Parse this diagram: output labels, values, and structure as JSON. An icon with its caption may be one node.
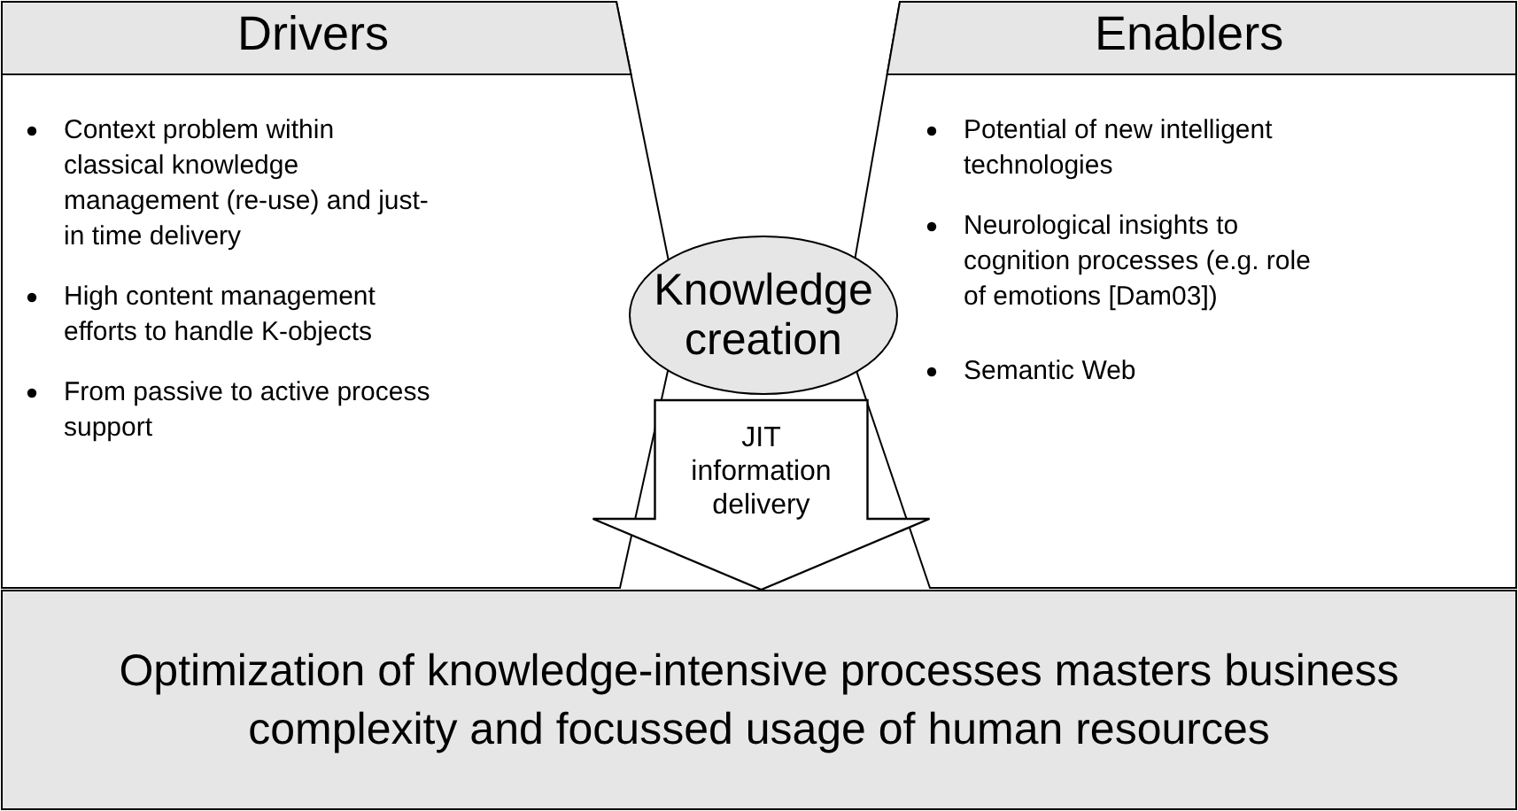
{
  "diagram": {
    "nodes": [
      {
        "text": [
          "Drivers",
          "Context problem within classical knowledge management (re-use) and just-in time delivery",
          "High content management efforts to handle K-objects",
          "From passive to active process support"
        ]
      },
      {
        "text": [
          "Enablers",
          "Potential of new intelligent technologies",
          "Neurological insights to cognition processes (e.g. role of emotions [Dam03])",
          "Semantic Web"
        ]
      },
      {
        "text": [
          "Knowledge creation"
        ]
      },
      {
        "text": [
          "Optimization of knowledge-intensive processes masters business complexity and focussed usage of human resources"
        ]
      }
    ],
    "edges": [
      {
        "from": 2,
        "to": 3,
        "arrow": "to",
        "label": "JIT information delivery",
        "style": "thick"
      }
    ]
  }
}
